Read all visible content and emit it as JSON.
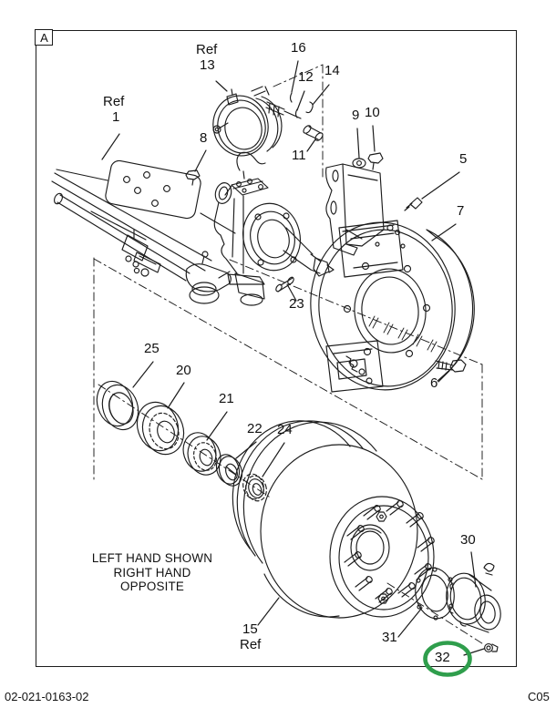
{
  "frame": {
    "corner_label": "A"
  },
  "footer": {
    "doc_number": "02-021-0163-02",
    "page_code": "C05"
  },
  "note": {
    "line1": "LEFT HAND SHOWN",
    "line2": "RIGHT HAND OPPOSITE"
  },
  "colors": {
    "line_color": "#1c1c1c",
    "highlight_green": "#2f9e4c"
  },
  "highlight": {
    "circled_part": "32"
  },
  "callouts": [
    {
      "id": "ref-1-word",
      "text": "Ref"
    },
    {
      "id": "ref-1-num",
      "text": "1"
    },
    {
      "id": "ref-13-word",
      "text": "Ref"
    },
    {
      "id": "part-13",
      "text": "13"
    },
    {
      "id": "part-16",
      "text": "16"
    },
    {
      "id": "part-12",
      "text": "12"
    },
    {
      "id": "part-14",
      "text": "14"
    },
    {
      "id": "part-11",
      "text": "11"
    },
    {
      "id": "part-9",
      "text": "9"
    },
    {
      "id": "part-10",
      "text": "10"
    },
    {
      "id": "part-5",
      "text": "5"
    },
    {
      "id": "part-7",
      "text": "7"
    },
    {
      "id": "part-8",
      "text": "8"
    },
    {
      "id": "part-23",
      "text": "23"
    },
    {
      "id": "part-6",
      "text": "6"
    },
    {
      "id": "part-25",
      "text": "25"
    },
    {
      "id": "part-20",
      "text": "20"
    },
    {
      "id": "part-21",
      "text": "21"
    },
    {
      "id": "part-22",
      "text": "22"
    },
    {
      "id": "part-24",
      "text": "24"
    },
    {
      "id": "part-15",
      "text": "15"
    },
    {
      "id": "ref-15-word",
      "text": "Ref"
    },
    {
      "id": "part-30",
      "text": "30"
    },
    {
      "id": "part-31",
      "text": "31"
    },
    {
      "id": "part-32",
      "text": "32"
    }
  ]
}
